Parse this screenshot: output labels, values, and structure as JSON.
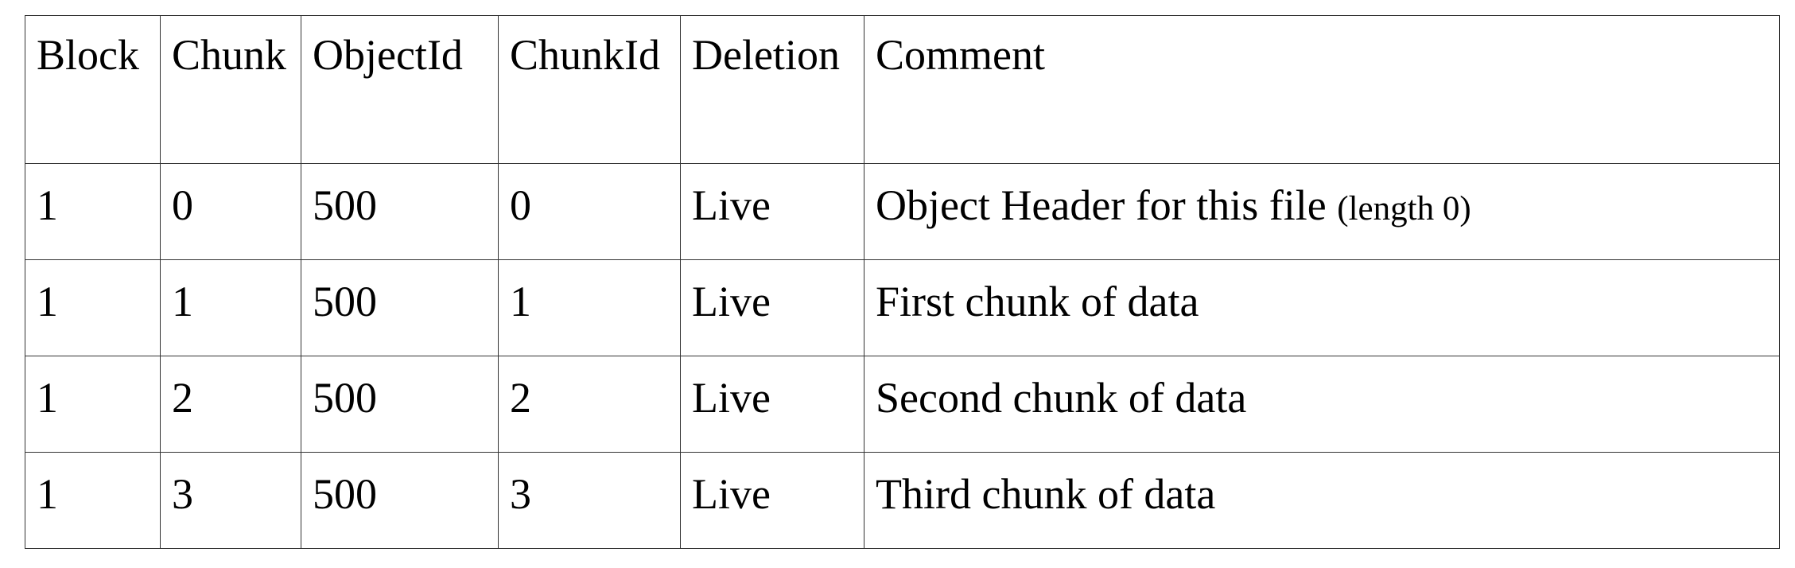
{
  "table": {
    "headers": [
      "Block",
      "Chunk",
      "ObjectId",
      "ChunkId",
      "Deletion",
      "Comment"
    ],
    "rows": [
      {
        "block": "1",
        "chunk": "0",
        "object_id": "500",
        "chunk_id": "0",
        "deletion": "Live",
        "comment": "Object Header for this file",
        "comment_note": "(length 0)"
      },
      {
        "block": "1",
        "chunk": "1",
        "object_id": "500",
        "chunk_id": "1",
        "deletion": "Live",
        "comment": "First chunk of data"
      },
      {
        "block": "1",
        "chunk": "2",
        "object_id": "500",
        "chunk_id": "2",
        "deletion": "Live",
        "comment": "Second chunk of data"
      },
      {
        "block": "1",
        "chunk": "3",
        "object_id": "500",
        "chunk_id": "3",
        "deletion": "Live",
        "comment": "Third chunk of data"
      }
    ]
  }
}
